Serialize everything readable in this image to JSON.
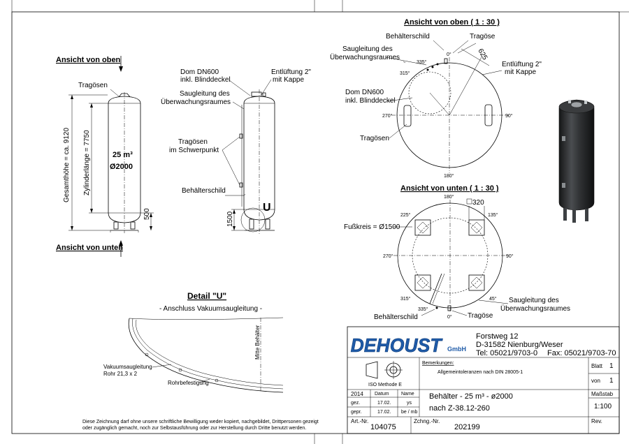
{
  "views": {
    "top_title": "Ansicht von oben",
    "bottom_title": "Ansicht von unten",
    "top_scaled_title": "Ansicht von oben ( 1 : 30 )",
    "bottom_scaled_title": "Ansicht von unten ( 1 : 30 )"
  },
  "front": {
    "tragoesen": "Tragösen",
    "gesamthoehe": "Gesamthöhe = ca. 9120",
    "zylinderlaenge": "Zylinderlänge = 7750",
    "volume": "25 m³",
    "diameter": "Ø2000",
    "foot_height": "500"
  },
  "side": {
    "dom_line1": "Dom DN600",
    "dom_line2": "inkl. Blinddeckel",
    "vent_line1": "Entlüftung 2\"",
    "vent_line2": "mit Kappe",
    "saug_line1": "Saugleitung des",
    "saug_line2": "Überwachungsraumes",
    "trag_line1": "Tragösen",
    "trag_line2": "im Schwerpunkt",
    "schild": "Behälterschild",
    "u_marker": "U",
    "dim_1500": "1500"
  },
  "top_view": {
    "schild": "Behälterschild",
    "trag_top": "Tragöse",
    "saug_line1": "Saugleitung des",
    "saug_line2": "Überwachungsraumes",
    "dim_625": "625",
    "vent_line1": "Entlüftung 2\"",
    "vent_line2": "mit Kappe",
    "dom_line1": "Dom DN600",
    "dom_line2": "inkl. Blinddeckel",
    "tragoesen": "Tragösen",
    "deg_335": "335°",
    "deg_0": "0°",
    "deg_315": "315°",
    "deg_270": "270°",
    "deg_90": "90°",
    "deg_180": "180°"
  },
  "bottom_view": {
    "deg_180": "180°",
    "square_320": "320",
    "deg_225": "225°",
    "deg_135": "135°",
    "fusskreis": "Fußkreis = Ø1500",
    "deg_270": "270°",
    "deg_90": "90°",
    "deg_315": "315°",
    "deg_45": "45°",
    "deg_335": "335°",
    "deg_0": "0°",
    "saug_line1": "Saugleitung des",
    "saug_line2": "Überwachungsraumes",
    "schild": "Behälterschild",
    "trag": "Tragöse"
  },
  "detail": {
    "title": "Detail \"U\"",
    "subtitle": "- Anschluss Vakuumsaugleitung -",
    "mitte": "Mitte Behälter",
    "vak_line1": "Vakuumsaugleitung",
    "vak_line2": "Rohr 21,3 x 2",
    "rohr": "Rohrbefestigung"
  },
  "disclaimer": {
    "line1": "Diese Zeichnung darf ohne unsere schriftliche Bewilligung weder kopiert, nachgebildet, Drittpersonen gezeigt",
    "line2": "oder zugänglich gemacht, noch zur Selbstausführung oder zur Herstellung durch Dritte benutzt werden."
  },
  "title_block": {
    "company": "DEHOUST",
    "gmbh": "GmbH",
    "street": "Forstweg 12",
    "city": "D-31582 Nienburg/Weser",
    "tel": "Tel: 05021/9703-0",
    "fax": "Fax: 05021/9703-70",
    "bemerkungen_label": "Bemerkungen:",
    "bemerkungen_text": "Allgemeintoleranzen nach DIN 28005-1",
    "iso_label": "ISO Methode E",
    "blatt_label": "Blatt",
    "blatt_value": "1",
    "von_label": "von",
    "von_value": "1",
    "year": "2014",
    "datum_label": "Datum",
    "name_label": "Name",
    "gez_label": "gez.",
    "gez_date": "17.02.",
    "gez_name": "ys",
    "gepr_label": "gepr.",
    "gepr_date": "17.02.",
    "gepr_name": "be / mb",
    "title_line1": "Behälter - 25 m³ - ø2000",
    "title_line2": "nach Z-38.12-260",
    "massstab_label": "Maßstab",
    "massstab_value": "1:100",
    "artnr_label": "Art.-Nr.",
    "artnr_value": "104075",
    "zchng_label": "Zchng.-Nr.",
    "zchng_value": "202199",
    "rev_label": "Rev."
  },
  "colors": {
    "brand": "#1f5ba8",
    "line": "#000000",
    "render_dark": "#2f3133"
  }
}
